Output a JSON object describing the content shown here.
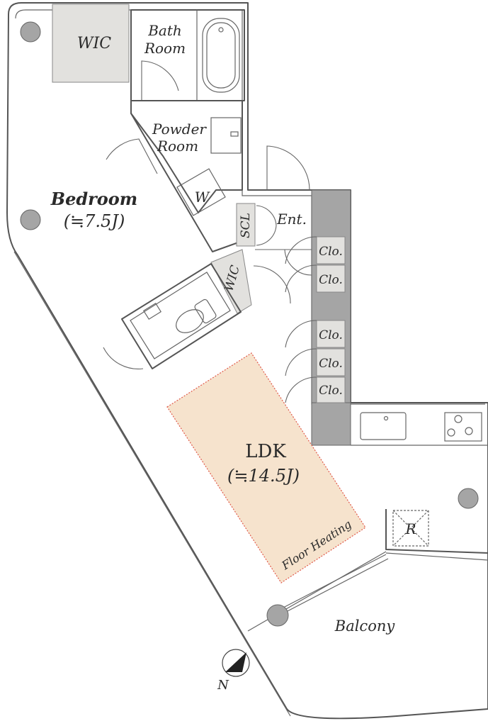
{
  "rooms": {
    "wic_top": "WIC",
    "bath_line1": "Bath",
    "bath_line2": "Room",
    "powder_line1": "Powder",
    "powder_line2": "Room",
    "washer": "W",
    "bedroom": "Bedroom",
    "bedroom_size": "(≒7.5J)",
    "scl": "SCL",
    "entrance": "Ent.",
    "wic_mid": "WIC",
    "closets": [
      "Clo.",
      "Clo.",
      "Clo.",
      "Clo.",
      "Clo."
    ],
    "ldk": "LDK",
    "ldk_size": "(≒14.5J)",
    "floor_heating": "Floor Heating",
    "fridge": "R",
    "balcony": "Balcony",
    "north": "N"
  },
  "colors": {
    "floor_heating_fill": "#f6e3cd",
    "floor_heating_border": "#e05a4a",
    "storage_fill": "#e2e1de",
    "wall_fill": "#a9a9a9"
  }
}
